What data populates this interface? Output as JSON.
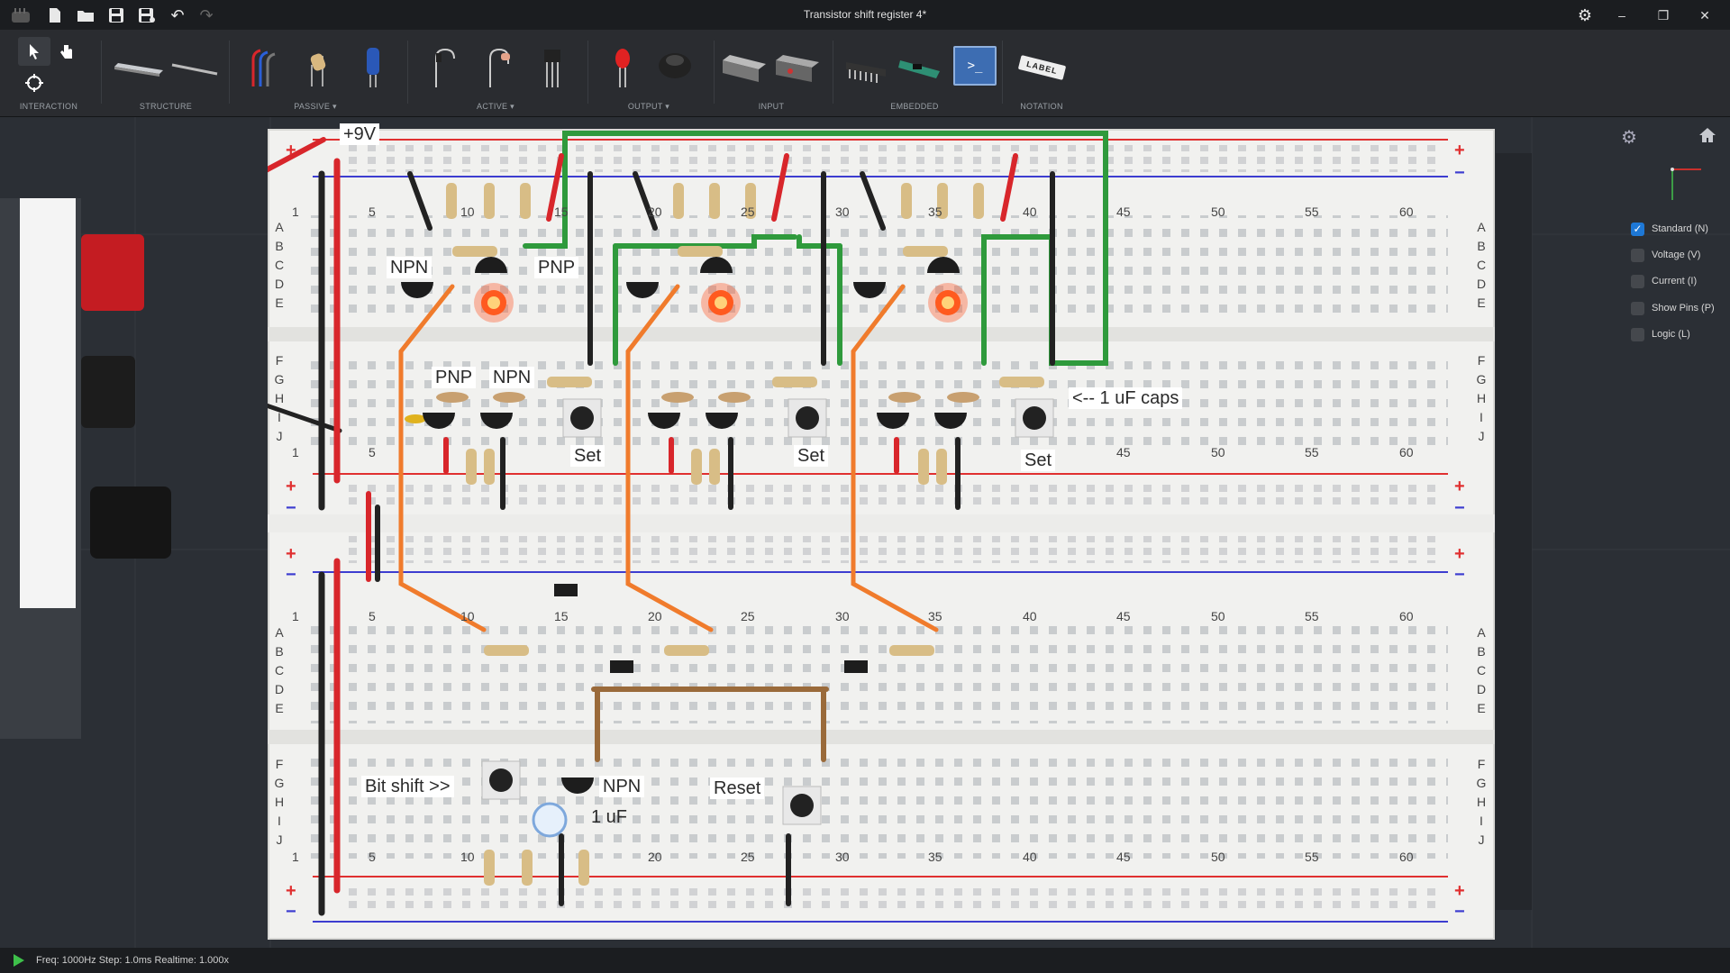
{
  "window": {
    "title": "Transistor shift register 4*",
    "buttons": {
      "minimize": "–",
      "maximize": "❐",
      "close": "✕"
    }
  },
  "toolbar": {
    "groups": [
      {
        "label": "INTERACTION"
      },
      {
        "label": "STRUCTURE"
      },
      {
        "label": "PASSIVE ▾"
      },
      {
        "label": "ACTIVE ▾"
      },
      {
        "label": "OUTPUT ▾"
      },
      {
        "label": "INPUT"
      },
      {
        "label": "EMBEDDED"
      },
      {
        "label": "NOTATION"
      }
    ],
    "label_tool_text": "LABEL"
  },
  "board": {
    "labels": {
      "supply": "+9V",
      "npn_top": "NPN",
      "pnp_top": "PNP",
      "pnp_mid": "PNP",
      "npn_mid": "NPN",
      "set1": "Set",
      "set2": "Set",
      "set3": "Set",
      "caps": "<-- 1 uF caps",
      "bit_shift": "Bit shift >>",
      "npn_bottom": "NPN",
      "cap_bottom": "1 uF",
      "reset": "Reset"
    },
    "column_numbers": [
      "1",
      "5",
      "10",
      "15",
      "20",
      "25",
      "30",
      "35",
      "40",
      "45",
      "50",
      "55",
      "60"
    ],
    "row_letters_top": [
      "A",
      "B",
      "C",
      "D",
      "E"
    ],
    "row_letters_bottom": [
      "F",
      "G",
      "H",
      "I",
      "J"
    ],
    "plus": "+",
    "minus": "−"
  },
  "panel": {
    "options": [
      {
        "label": "Standard (N)",
        "checked": true
      },
      {
        "label": "Voltage (V)",
        "checked": false
      },
      {
        "label": "Current (I)",
        "checked": false
      },
      {
        "label": "Show Pins (P)",
        "checked": false
      },
      {
        "label": "Logic (L)",
        "checked": false
      }
    ]
  },
  "status": {
    "text": "Freq: 1000Hz  Step: 1.0ms Realtime: 1.000x"
  },
  "colors": {
    "red_wire": "#d8262b",
    "black_wire": "#222222",
    "green_wire": "#2f9a3c",
    "orange_wire": "#f07b2c",
    "led": "#ff5a1f",
    "check_on": "#1e78d6"
  }
}
